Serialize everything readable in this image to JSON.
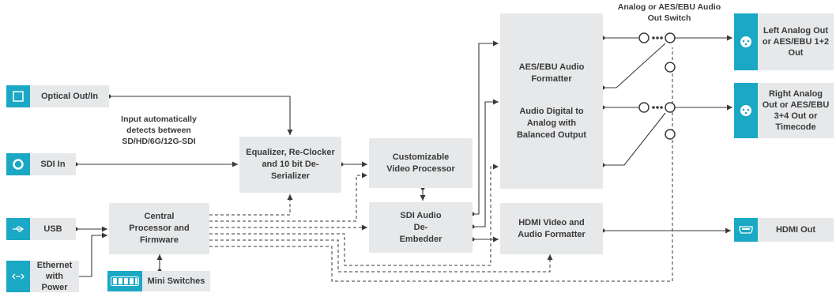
{
  "colors": {
    "accent": "#1aa8c4",
    "box": "#e6e8ea",
    "line": "#3a3a3a"
  },
  "inputs": {
    "optical": {
      "label": "Optical Out/In",
      "icon": "square-icon"
    },
    "sdi_in": {
      "label": "SDI In",
      "icon": "bnc-connector-icon"
    },
    "usb": {
      "label": "USB",
      "icon": "usb-icon"
    },
    "ethernet": {
      "label": "Ethernet with Power",
      "icon": "ethernet-icon"
    }
  },
  "notes": {
    "input_detect": "Input automatically detects between SD/HD/6G/12G-SDI",
    "switch": "Analog or AES/EBU Audio Out Switch"
  },
  "blocks": {
    "equalizer": "Equalizer, Re-Clocker and 10 bit De-Serializer",
    "video_processor": "Customizable Video Processor",
    "central_processor": "Central Processor and Firmware",
    "mini_switches": "Mini Switches",
    "sdi_audio": "SDI Audio De-Embedder",
    "aes_formatter": "AES/EBU Audio Formatter",
    "audio_digital": "Audio Digital to Analog with Balanced Output",
    "hdmi_formatter": "HDMI Video and Audio Formatter"
  },
  "outputs": {
    "left": {
      "label": "Left Analog Out or AES/EBU 1+2 Out",
      "icon": "xlr-icon"
    },
    "right": {
      "label": "Right Analog Out or AES/EBU 3+4 Out or Timecode",
      "icon": "xlr-icon"
    },
    "hdmi": {
      "label": "HDMI Out",
      "icon": "hdmi-icon"
    }
  }
}
